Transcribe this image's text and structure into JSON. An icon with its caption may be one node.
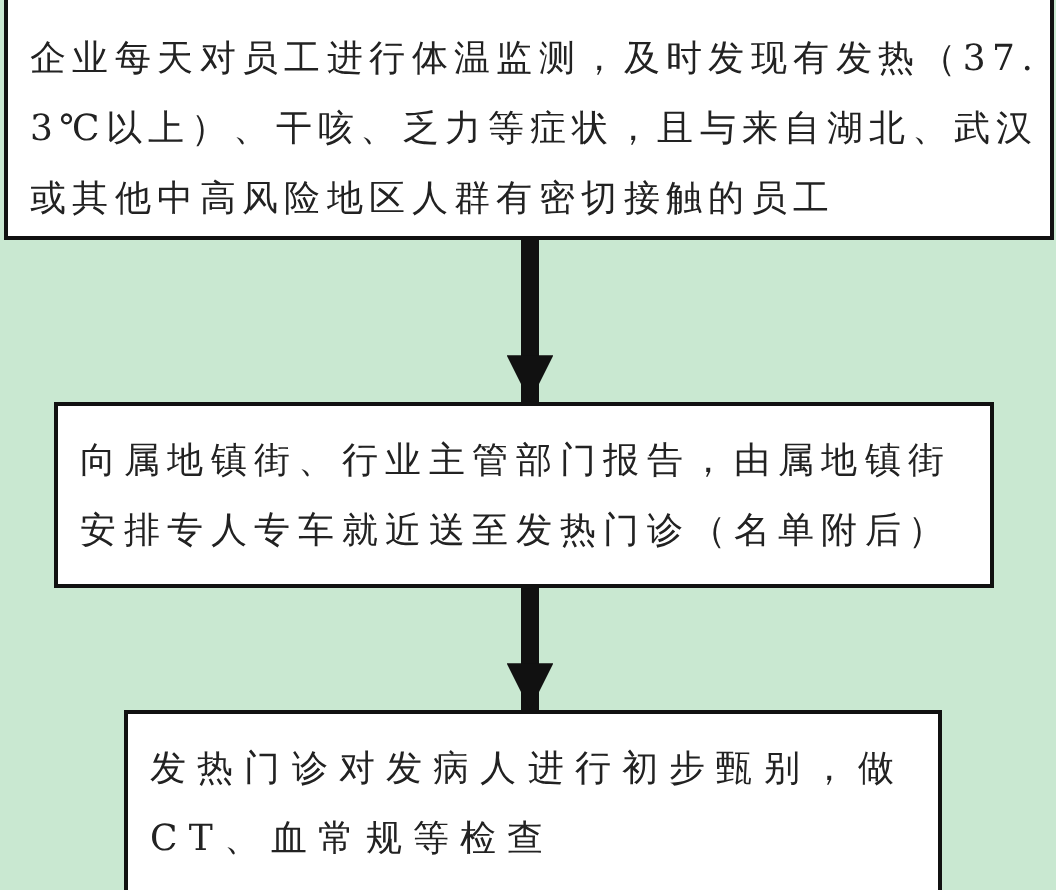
{
  "diagram": {
    "nodes": [
      {
        "text": [
          "企业每天对员工进行体温监测，及时发现有发热（37.3℃以上）、干咳、乏力等症状，且与来自湖北、武汉或其他中高风险地区人群有密切接触的员工"
        ]
      },
      {
        "text": [
          "向属地镇街、行业主管部门报告，由属地镇街安排专人专车就近送至发热门诊（名单附后）"
        ]
      },
      {
        "text": [
          "发热门诊对发病人进行初步甄别，做CT、血常规等检查"
        ]
      }
    ],
    "edges": [
      {
        "from": 0,
        "to": 1,
        "arrow": "to"
      },
      {
        "from": 1,
        "to": 2,
        "arrow": "to"
      }
    ]
  }
}
